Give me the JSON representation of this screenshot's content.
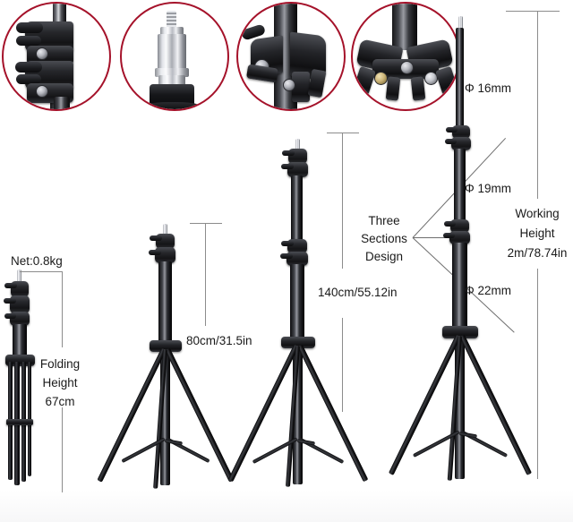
{
  "diagram": {
    "title": "Photography light stand tripod specification diagram",
    "detail_circles": [
      {
        "name": "twist-lock-clamps-detail"
      },
      {
        "name": "screw-adapter-spigot-detail"
      },
      {
        "name": "leg-yoke-hub-detail"
      },
      {
        "name": "tripod-base-hub-detail"
      }
    ],
    "labels": {
      "net_weight": "Net:0.8kg",
      "folding_height": "Folding\nHeight\n67cm",
      "folding_height_line1": "Folding",
      "folding_height_line2": "Height",
      "folding_height_line3": "67cm",
      "height_80": "80cm/31.5in",
      "height_140": "140cm/55.12in",
      "three_sections_line1": "Three",
      "three_sections_line2": "Sections",
      "three_sections_line3": "Design",
      "dia_16": "Φ 16mm",
      "dia_19": "Φ 19mm",
      "dia_22": "Φ 22mm",
      "working_height_line1": "Working",
      "working_height_line2": "Height",
      "working_height_line3": "2m/78.74in"
    },
    "measurements": [
      {
        "name": "net-weight",
        "value": "0.8",
        "unit": "kg"
      },
      {
        "name": "folding-height",
        "value": "67",
        "unit": "cm"
      },
      {
        "name": "stand-height-mid",
        "value": "80",
        "unit": "cm",
        "alt": "31.5in"
      },
      {
        "name": "stand-height-tall",
        "value": "140",
        "unit": "cm",
        "alt": "55.12in"
      },
      {
        "name": "working-height",
        "value": "2",
        "unit": "m",
        "alt": "78.74in"
      },
      {
        "name": "tube-top-dia",
        "value": "16",
        "unit": "mm"
      },
      {
        "name": "tube-mid-dia",
        "value": "19",
        "unit": "mm"
      },
      {
        "name": "tube-bottom-dia",
        "value": "22",
        "unit": "mm"
      }
    ],
    "colors": {
      "callout_ring": "#a5122a",
      "dimension_line": "#8c8c8c",
      "text": "#1a1a1a",
      "background": "#ffffff",
      "metal_black": "#141416",
      "chrome": "#e8eaee"
    }
  }
}
